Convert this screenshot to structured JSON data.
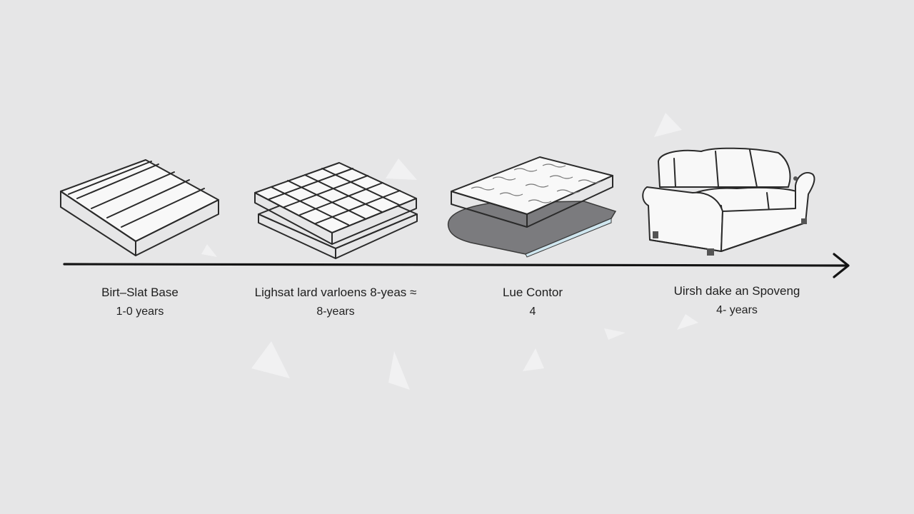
{
  "stages": [
    {
      "name": "Birt–Slat Base",
      "duration": "1-0 years",
      "icon": "slatted-bed-base-icon"
    },
    {
      "name": "Lighsat lard varloens 8-yeas ≈",
      "duration": "8-years",
      "icon": "grid-bed-frame-icon"
    },
    {
      "name": "Lue Contor",
      "duration": "4",
      "icon": "foam-mattress-topper-icon"
    },
    {
      "name": "Uirsh dake an Spoveng",
      "duration": "4- years",
      "icon": "sofa-icon"
    }
  ],
  "colors": {
    "background": "#e6e6e7",
    "ink": "#1a1a1a",
    "pad": "#7b7b7e"
  }
}
